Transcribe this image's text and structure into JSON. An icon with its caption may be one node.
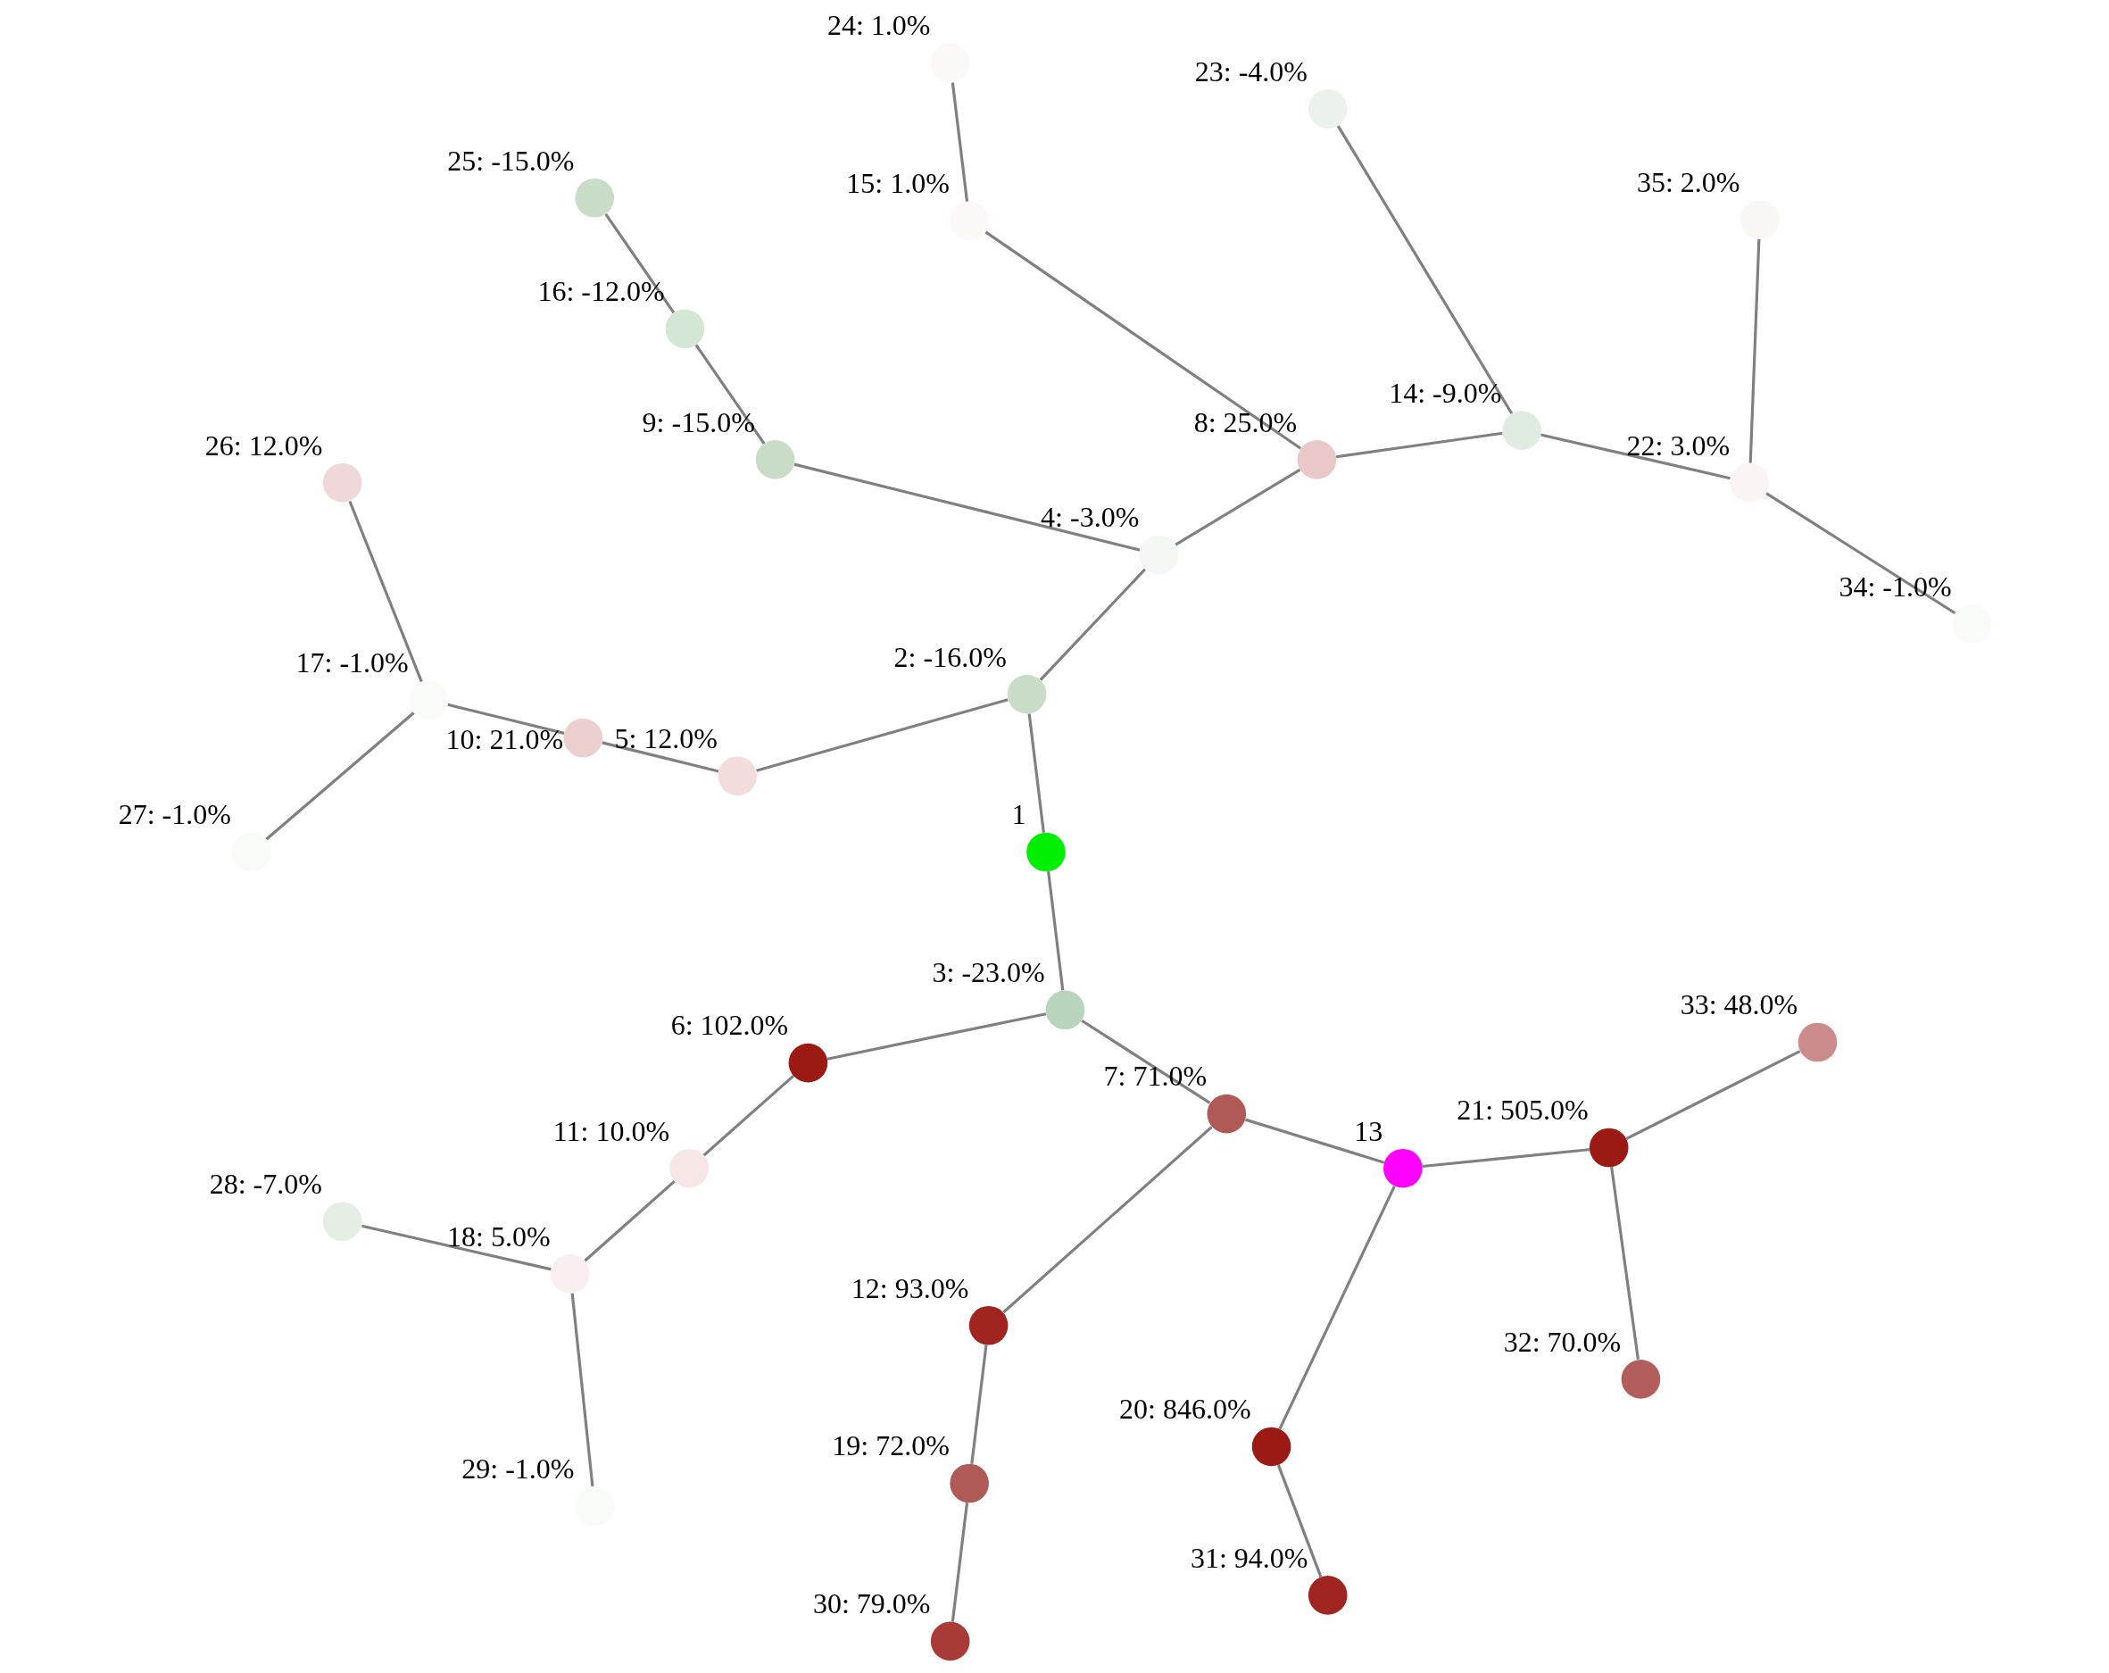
{
  "diagram": {
    "nodes": [
      {
        "text": [],
        "shape": "circle",
        "beside": [
          "1"
        ]
      },
      {
        "text": [],
        "shape": "circle",
        "beside": [
          "2: -16.0%"
        ]
      },
      {
        "text": [],
        "shape": "circle",
        "beside": [
          "3: -23.0%"
        ]
      },
      {
        "text": [],
        "shape": "circle",
        "beside": [
          "4: -3.0%"
        ]
      },
      {
        "text": [],
        "shape": "circle",
        "beside": [
          "5: 12.0%"
        ]
      },
      {
        "text": [],
        "shape": "circle",
        "beside": [
          "6: 102.0%"
        ]
      },
      {
        "text": [],
        "shape": "circle",
        "beside": [
          "7: 71.0%"
        ]
      },
      {
        "text": [],
        "shape": "circle",
        "beside": [
          "8: 25.0%"
        ]
      },
      {
        "text": [],
        "shape": "circle",
        "beside": [
          "9: -15.0%"
        ]
      },
      {
        "text": [],
        "shape": "circle",
        "beside": [
          "10: 21.0%"
        ]
      },
      {
        "text": [],
        "shape": "circle",
        "beside": [
          "11: 10.0%"
        ]
      },
      {
        "text": [],
        "shape": "circle",
        "beside": [
          "12: 93.0%"
        ]
      },
      {
        "text": [],
        "shape": "circle",
        "beside": [
          "13"
        ]
      },
      {
        "text": [],
        "shape": "circle",
        "beside": [
          "14: -9.0%"
        ]
      },
      {
        "text": [],
        "shape": "circle",
        "beside": [
          "15: 1.0%"
        ]
      },
      {
        "text": [],
        "shape": "circle",
        "beside": [
          "16: -12.0%"
        ]
      },
      {
        "text": [],
        "shape": "circle",
        "beside": [
          "17: -1.0%"
        ]
      },
      {
        "text": [],
        "shape": "circle",
        "beside": [
          "18: 5.0%"
        ]
      },
      {
        "text": [],
        "shape": "circle",
        "beside": [
          "19: 72.0%"
        ]
      },
      {
        "text": [],
        "shape": "circle",
        "beside": [
          "20: 846.0%"
        ]
      },
      {
        "text": [],
        "shape": "circle",
        "beside": [
          "21: 505.0%"
        ]
      },
      {
        "text": [],
        "shape": "circle",
        "beside": [
          "22: 3.0%"
        ]
      },
      {
        "text": [],
        "shape": "circle",
        "beside": [
          "23: -4.0%"
        ]
      },
      {
        "text": [],
        "shape": "circle",
        "beside": [
          "24: 1.0%"
        ]
      },
      {
        "text": [],
        "shape": "circle",
        "beside": [
          "25: -15.0%"
        ]
      },
      {
        "text": [],
        "shape": "circle",
        "beside": [
          "26: 12.0%"
        ]
      },
      {
        "text": [],
        "shape": "circle",
        "beside": [
          "27: -1.0%"
        ]
      },
      {
        "text": [],
        "shape": "circle",
        "beside": [
          "28: -7.0%"
        ]
      },
      {
        "text": [],
        "shape": "circle",
        "beside": [
          "29: -1.0%"
        ]
      },
      {
        "text": [],
        "shape": "circle",
        "beside": [
          "30: 79.0%"
        ]
      },
      {
        "text": [],
        "shape": "circle",
        "beside": [
          "31: 94.0%"
        ]
      },
      {
        "text": [],
        "shape": "circle",
        "beside": [
          "32: 70.0%"
        ]
      },
      {
        "text": [],
        "shape": "circle",
        "beside": [
          "33: 48.0%"
        ]
      },
      {
        "text": [],
        "shape": "circle",
        "beside": [
          "34: -1.0%"
        ]
      },
      {
        "text": [],
        "shape": "circle",
        "beside": [
          "35: 2.0%"
        ]
      }
    ],
    "edges": [
      {
        "from": 0,
        "to": 1,
        "arrow": "none"
      },
      {
        "from": 0,
        "to": 2,
        "arrow": "none"
      },
      {
        "from": 1,
        "to": 3,
        "arrow": "none"
      },
      {
        "from": 1,
        "to": 4,
        "arrow": "none"
      },
      {
        "from": 2,
        "to": 5,
        "arrow": "none"
      },
      {
        "from": 2,
        "to": 6,
        "arrow": "none"
      },
      {
        "from": 3,
        "to": 7,
        "arrow": "none"
      },
      {
        "from": 3,
        "to": 8,
        "arrow": "none"
      },
      {
        "from": 4,
        "to": 9,
        "arrow": "none"
      },
      {
        "from": 5,
        "to": 10,
        "arrow": "none"
      },
      {
        "from": 6,
        "to": 11,
        "arrow": "none"
      },
      {
        "from": 6,
        "to": 12,
        "arrow": "none"
      },
      {
        "from": 7,
        "to": 13,
        "arrow": "none"
      },
      {
        "from": 7,
        "to": 14,
        "arrow": "none"
      },
      {
        "from": 8,
        "to": 15,
        "arrow": "none"
      },
      {
        "from": 9,
        "to": 16,
        "arrow": "none"
      },
      {
        "from": 10,
        "to": 17,
        "arrow": "none"
      },
      {
        "from": 11,
        "to": 18,
        "arrow": "none"
      },
      {
        "from": 12,
        "to": 19,
        "arrow": "none"
      },
      {
        "from": 12,
        "to": 20,
        "arrow": "none"
      },
      {
        "from": 13,
        "to": 21,
        "arrow": "none"
      },
      {
        "from": 13,
        "to": 22,
        "arrow": "none"
      },
      {
        "from": 14,
        "to": 23,
        "arrow": "none"
      },
      {
        "from": 15,
        "to": 24,
        "arrow": "none"
      },
      {
        "from": 16,
        "to": 25,
        "arrow": "none"
      },
      {
        "from": 16,
        "to": 26,
        "arrow": "none"
      },
      {
        "from": 17,
        "to": 27,
        "arrow": "none"
      },
      {
        "from": 17,
        "to": 28,
        "arrow": "none"
      },
      {
        "from": 18,
        "to": 29,
        "arrow": "none"
      },
      {
        "from": 19,
        "to": 30,
        "arrow": "none"
      },
      {
        "from": 20,
        "to": 31,
        "arrow": "none"
      },
      {
        "from": 20,
        "to": 32,
        "arrow": "none"
      },
      {
        "from": 21,
        "to": 34,
        "arrow": "none"
      },
      {
        "from": 21,
        "to": 33,
        "arrow": "none"
      }
    ]
  }
}
